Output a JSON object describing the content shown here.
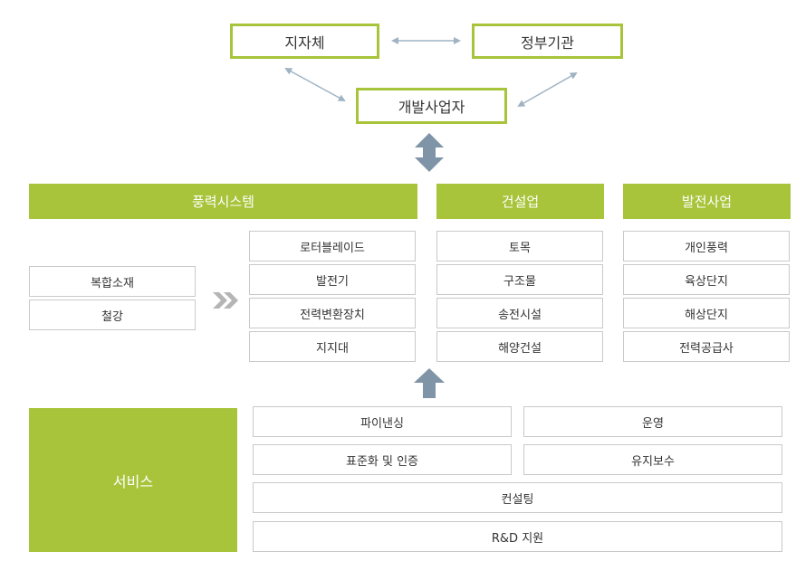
{
  "stakeholders": {
    "local_gov": "지자체",
    "central_gov": "정부기관",
    "developer": "개발사업자"
  },
  "wind_system": {
    "header": "풍력시스템",
    "materials": [
      "복합소재",
      "철강"
    ],
    "components": [
      "로터블레이드",
      "발전기",
      "전력변환장치",
      "지지대"
    ]
  },
  "construction": {
    "header": "건설업",
    "items": [
      "토목",
      "구조물",
      "송전시설",
      "해양건설"
    ]
  },
  "power_generation": {
    "header": "발전사업",
    "items": [
      "개인풍력",
      "육상단지",
      "해상단지",
      "전력공급사"
    ]
  },
  "services": {
    "label": "서비스",
    "items": [
      "파이낸싱",
      "운영",
      "표준화 및 인증",
      "유지보수",
      "컨설팅",
      "R&D 지원"
    ]
  },
  "colors": {
    "accent": "#a7c43a",
    "connector": "#9fb3c4",
    "arrow": "#7f95a7",
    "chevron": "#b5b5b5",
    "cell_border": "#c9c9c9"
  }
}
